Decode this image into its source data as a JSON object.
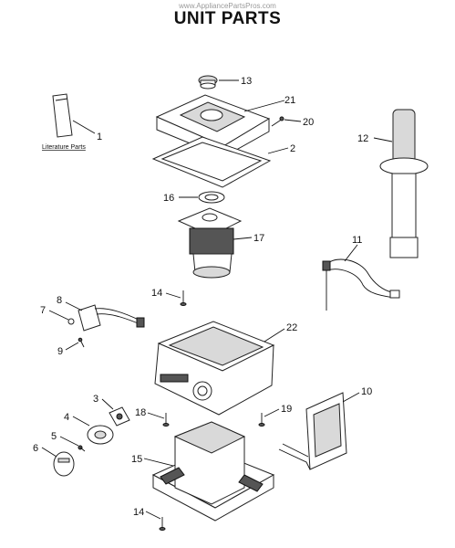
{
  "header": {
    "watermark": "www.AppliancePartsPros.com",
    "title": "UNIT PARTS"
  },
  "literature_label": "Literature Parts",
  "callouts": {
    "c1": "1",
    "c2": "2",
    "c3": "3",
    "c4": "4",
    "c5": "5",
    "c6": "6",
    "c7": "7",
    "c8": "8",
    "c9": "9",
    "c10": "10",
    "c11": "11",
    "c12": "12",
    "c13": "13",
    "c14a": "14",
    "c14b": "14",
    "c15": "15",
    "c16": "16",
    "c17": "17",
    "c18": "18",
    "c19": "19",
    "c20": "20",
    "c21": "21",
    "c22": "22"
  }
}
